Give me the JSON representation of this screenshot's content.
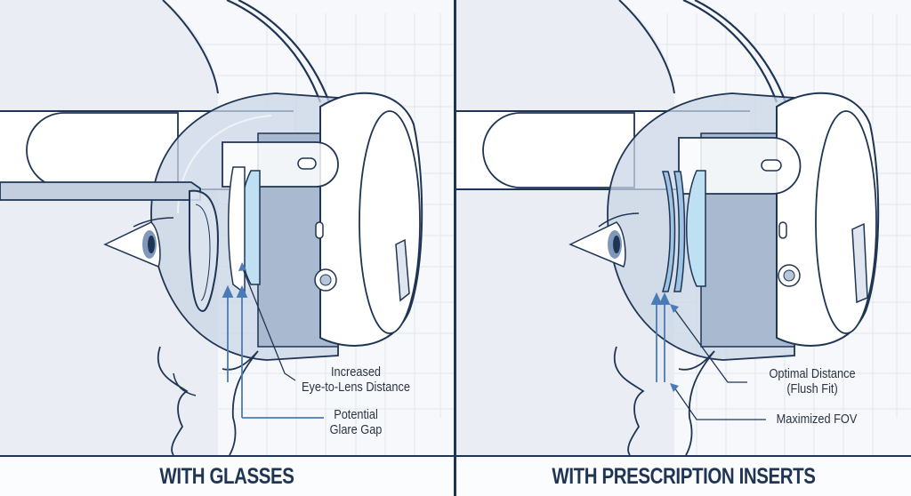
{
  "panels": [
    {
      "id": "with-glasses",
      "caption": "WITH GLASSES",
      "callouts": [
        {
          "line1": "Increased",
          "line2": "Eye-to-Lens Distance"
        },
        {
          "line1": "Potential",
          "line2": "Glare Gap"
        }
      ]
    },
    {
      "id": "with-prescription-inserts",
      "caption": "WITH PRESCRIPTION INSERTS",
      "callouts": [
        {
          "line1": "Optimal Distance",
          "line2": "(Flush Fit)"
        },
        {
          "line1": "Maximized FOV",
          "line2": ""
        }
      ]
    }
  ],
  "colors": {
    "ink": "#1f3553",
    "accent": "#4a7bb7",
    "headset_shade": "#b8c6da",
    "lens": "#bfe0f3",
    "background": "#f6f8fb"
  }
}
